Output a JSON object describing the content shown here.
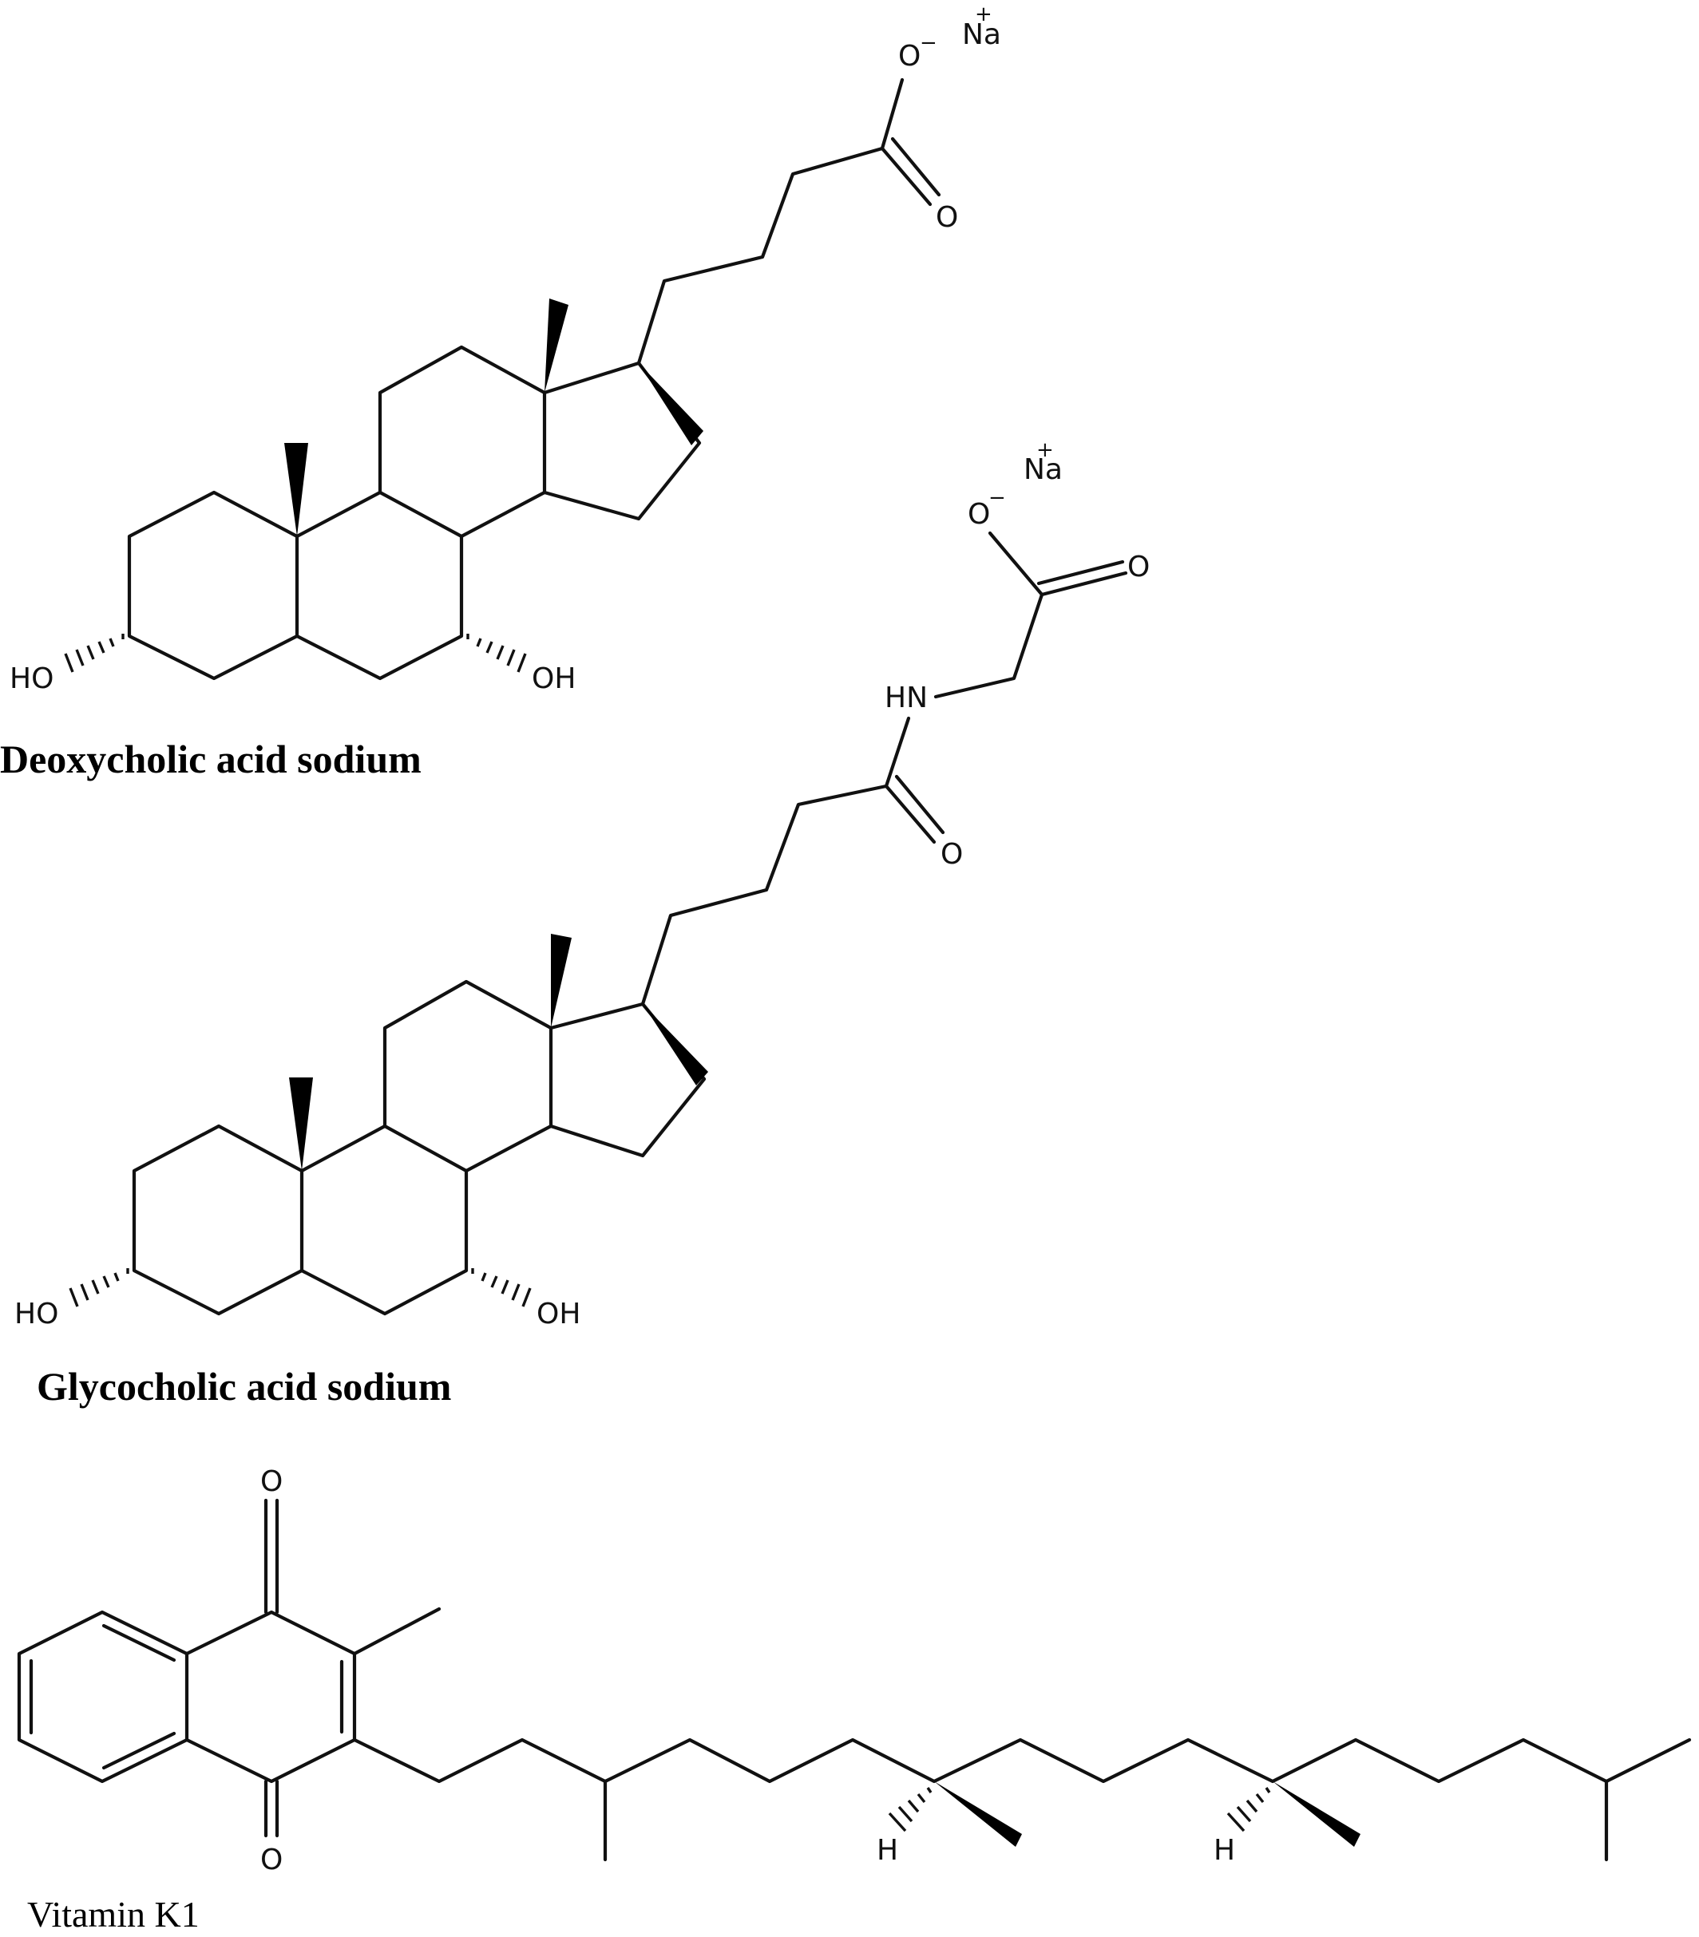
{
  "figure": {
    "structures": [
      {
        "id": "deoxycholic",
        "caption": "Deoxycholic acid sodium",
        "labels": {
          "na": "Na",
          "na_charge": "+",
          "o_minus": "O",
          "o_minus_charge": "−",
          "carbonyl_o": "O",
          "ho_left": "HO",
          "oh_right": "OH"
        }
      },
      {
        "id": "glycocholic",
        "caption": "Glycocholic acid sodium",
        "labels": {
          "na": "Na",
          "na_charge": "+",
          "o_minus": "O",
          "o_minus_charge": "−",
          "acid_o": "O",
          "hn": "HN",
          "amide_o": "O",
          "ho_left": "HO",
          "oh_right": "OH"
        }
      },
      {
        "id": "vitamin-k1",
        "caption": "Vitamin K1",
        "labels": {
          "o_top": "O",
          "o_bottom": "O",
          "h_left": "H",
          "h_right": "H"
        }
      }
    ]
  }
}
